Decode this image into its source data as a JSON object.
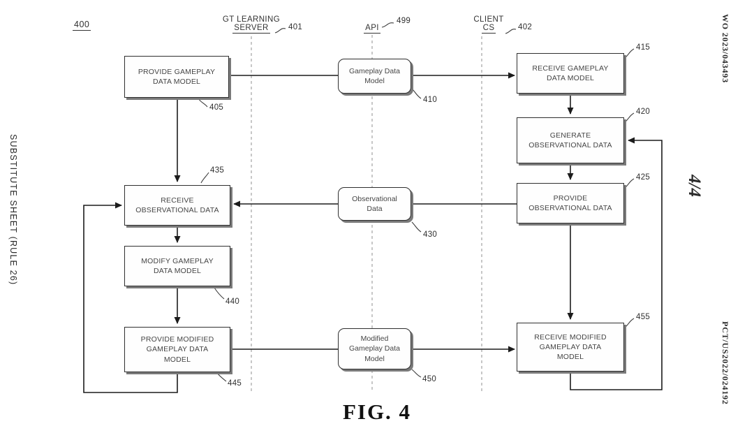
{
  "sheet": {
    "substitute_sheet": "SUBSTITUTE SHEET (RULE 26)",
    "publication_number": "WO 2023/043493",
    "sheet_number": "4/4",
    "application_number": "PCT/US2022/024192",
    "figure_label": "400",
    "caption": "FIG. 4"
  },
  "lanes": [
    {
      "line1": "GT LEARNING",
      "line2": "SERVER",
      "ref": "401"
    },
    {
      "line1": "",
      "line2": "API",
      "ref": "499"
    },
    {
      "line1": "CLIENT",
      "line2": "CS",
      "ref": "402"
    }
  ],
  "boxes": [
    {
      "id": "405",
      "label": "PROVIDE GAMEPLAY DATA MODEL",
      "ref": "405",
      "type": "process",
      "lane": "gt-learning-server"
    },
    {
      "id": "410",
      "label": "Gameplay Data Model",
      "ref": "410",
      "type": "data",
      "lane": "api"
    },
    {
      "id": "415",
      "label": "RECEIVE GAMEPLAY DATA MODEL",
      "ref": "415",
      "type": "process",
      "lane": "client-cs"
    },
    {
      "id": "420",
      "label": "GENERATE OBSERVATIONAL DATA",
      "ref": "420",
      "type": "process",
      "lane": "client-cs"
    },
    {
      "id": "425",
      "label": "PROVIDE OBSERVATIONAL DATA",
      "ref": "425",
      "type": "process",
      "lane": "client-cs"
    },
    {
      "id": "430",
      "label": "Observational Data",
      "ref": "430",
      "type": "data",
      "lane": "api"
    },
    {
      "id": "435",
      "label": "RECEIVE OBSERVATIONAL DATA",
      "ref": "435",
      "type": "process",
      "lane": "gt-learning-server"
    },
    {
      "id": "440",
      "label": "MODIFY GAMEPLAY DATA MODEL",
      "ref": "440",
      "type": "process",
      "lane": "gt-learning-server"
    },
    {
      "id": "445",
      "label": "PROVIDE MODIFIED GAMEPLAY DATA MODEL",
      "ref": "445",
      "type": "process",
      "lane": "gt-learning-server"
    },
    {
      "id": "450",
      "label": "Modified Gameplay Data Model",
      "ref": "450",
      "type": "data",
      "lane": "api"
    },
    {
      "id": "455",
      "label": "RECEIVE MODIFIED GAMEPLAY DATA MODEL",
      "ref": "455",
      "type": "process",
      "lane": "client-cs"
    }
  ]
}
